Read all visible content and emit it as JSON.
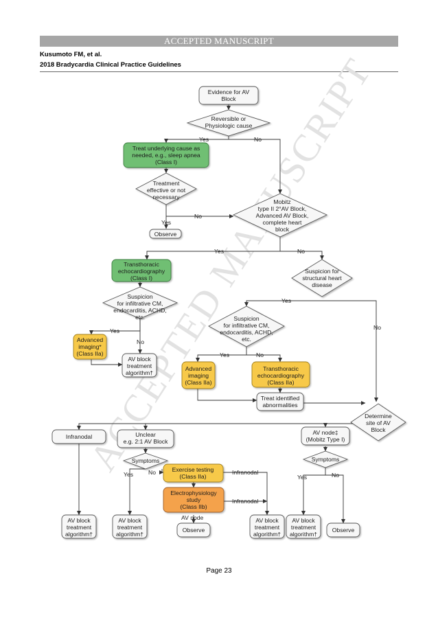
{
  "header": {
    "banner": "ACCEPTED MANUSCRIPT",
    "authors": "Kusumoto FM, et al.",
    "guideline_title": "2018 Bradycardia Clinical Practice Guidelines"
  },
  "watermark": "ACCEPTED MANUSCRIPT",
  "flowchart": {
    "start": [
      "Evidence for AV",
      "Block"
    ],
    "reversible": [
      "Reversible or",
      "Physiologic cause"
    ],
    "treat_cause": [
      "Treat underlying cause as",
      "needed, e.g., sleep apnea",
      "(Class I)"
    ],
    "treat_effective": [
      "Treatment",
      "effective or not",
      "necessary"
    ],
    "observe_top": "Observe",
    "mobitz": [
      "Mobitz",
      "type II 2°AV Block,",
      "Advanced AV Block,",
      "complete heart",
      "block"
    ],
    "tte_left": [
      "Transthoracic",
      "echocardiography",
      "(Class I)"
    ],
    "susp_left": [
      "Suspicion",
      "for infiltrative CM,",
      "endocarditis, ACHD,",
      "etc."
    ],
    "adv_img_left": [
      "Advanced",
      "imaging*",
      "(Class IIa)"
    ],
    "av_alg_left": [
      "AV block",
      "treatment",
      "algorithm†"
    ],
    "susp_struct": [
      "Suspicion for",
      "structural heart",
      "disease"
    ],
    "susp_mid": [
      "Suspicion",
      "for infiltrative CM,",
      "endocarditis, ACHD,",
      "etc."
    ],
    "adv_img_mid": [
      "Advanced",
      "imaging",
      "(Class IIa)"
    ],
    "tte_mid": [
      "Transthoracic",
      "echocardiography",
      "(Class IIa)"
    ],
    "treat_abn": [
      "Treat identified",
      "abnormalities"
    ],
    "determine_site": [
      "Determine",
      "site of AV",
      "Block"
    ],
    "infranodal": "Infranodal",
    "unclear": [
      "Unclear",
      "e.g. 2:1 AV Block"
    ],
    "av_nodal": [
      "AV node‡",
      "(Mobitz Type I)"
    ],
    "symptoms": "Symptoms",
    "exercise": [
      "Exercise testing",
      "(Class IIa)"
    ],
    "ep_study": [
      "Electrophysiology",
      "study",
      "(Class IIb)"
    ],
    "av_node_label": "AV node",
    "observe": "Observe",
    "av_alg": [
      "AV block",
      "treatment",
      "algorithm†"
    ],
    "labels": {
      "yes": "Yes",
      "no": "No",
      "infranodal": "Infranodal"
    }
  },
  "footer": {
    "page": "Page 23"
  }
}
